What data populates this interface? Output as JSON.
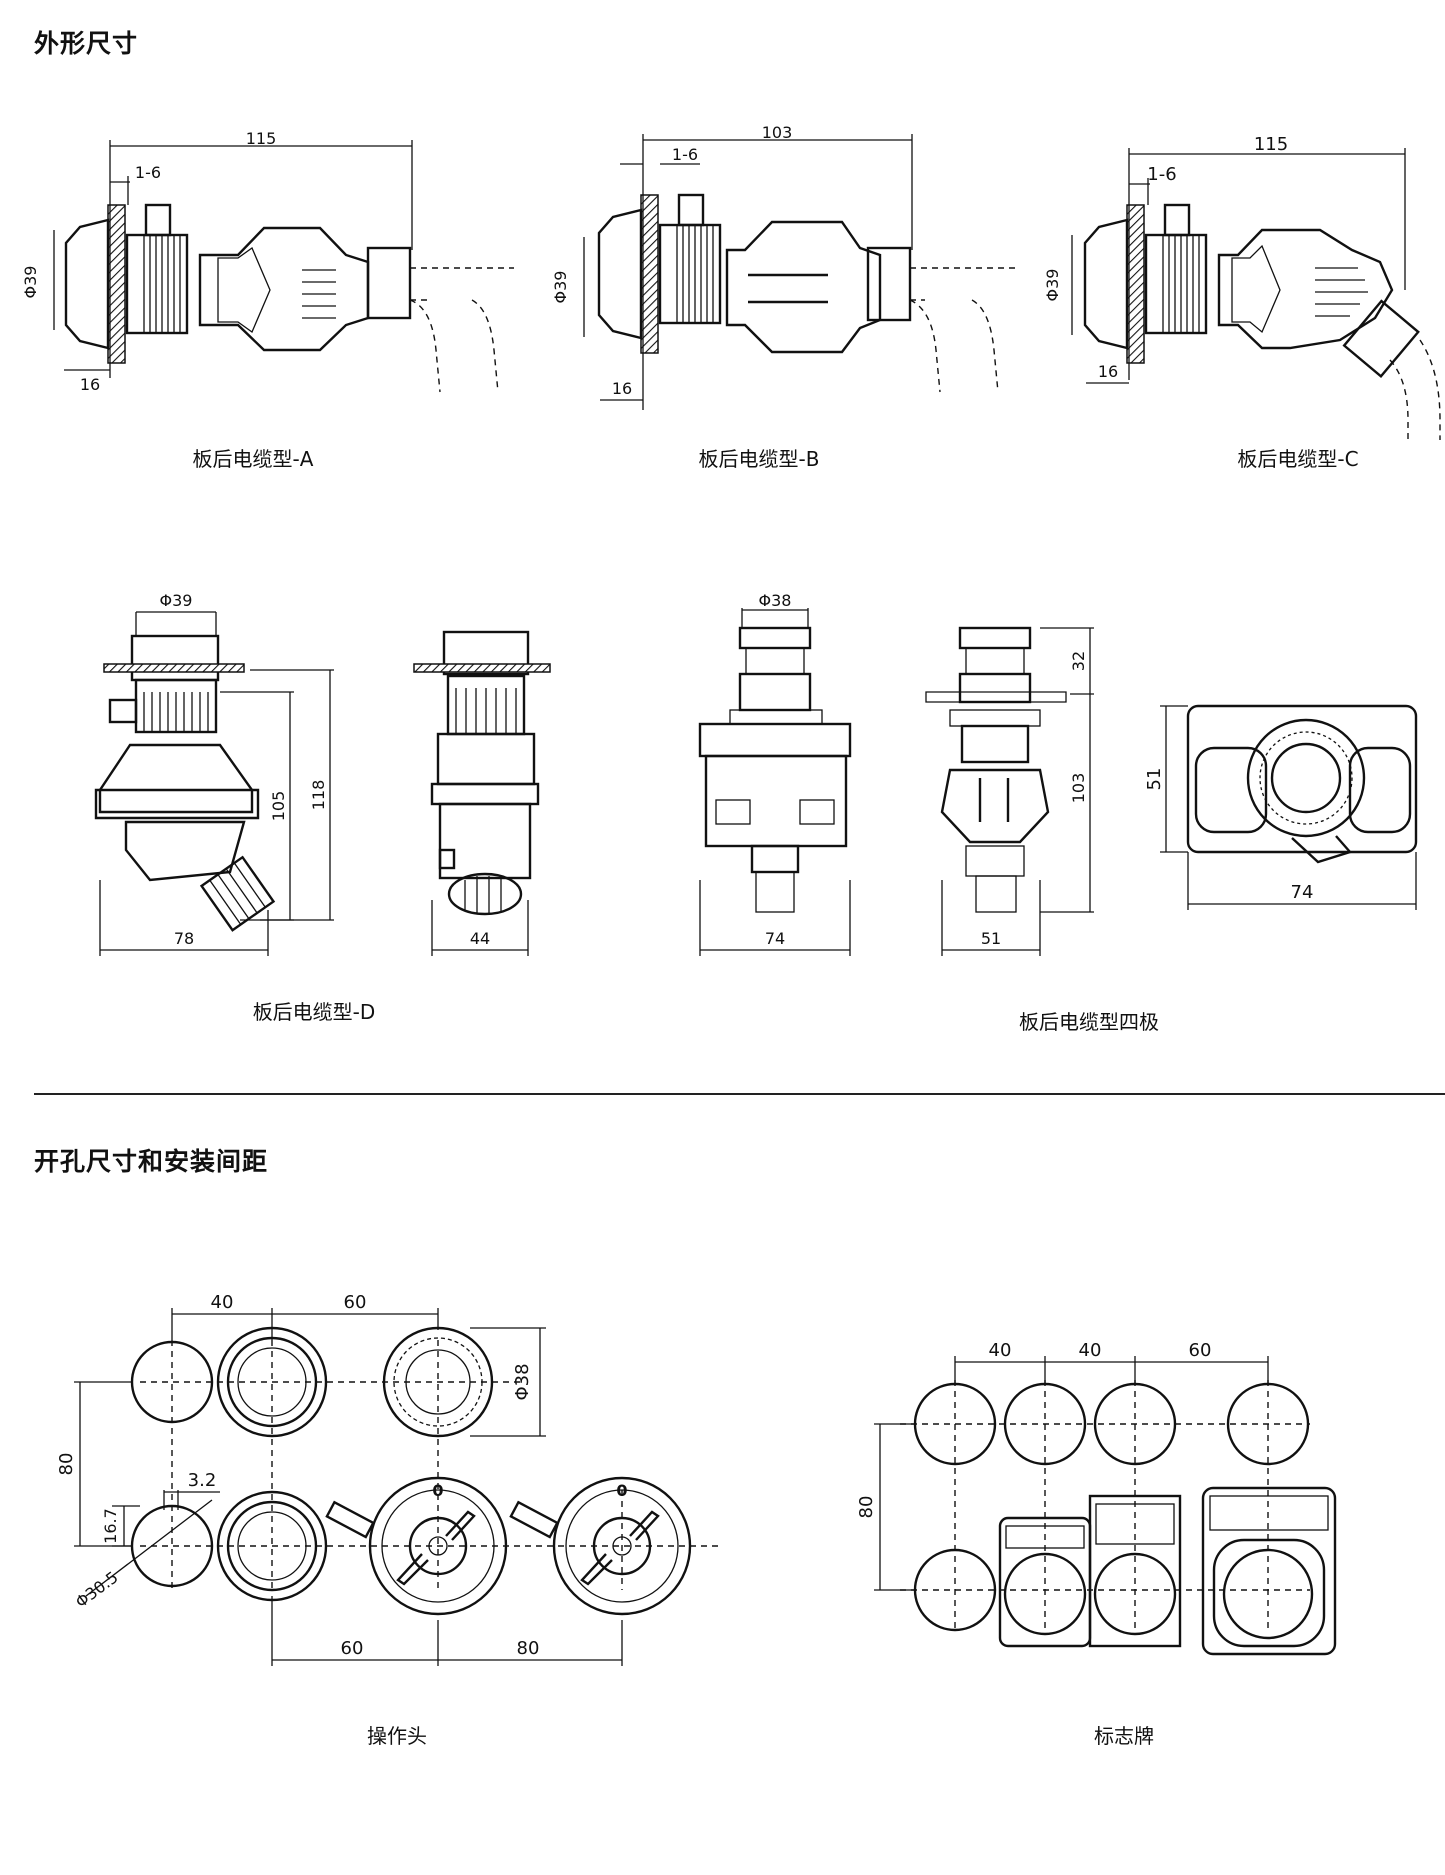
{
  "sections": {
    "outline": {
      "title": "外形尺寸"
    },
    "mounting": {
      "title": "开孔尺寸和安装间距"
    }
  },
  "captions": {
    "type_a": "板后电缆型-A",
    "type_b": "板后电缆型-B",
    "type_c": "板后电缆型-C",
    "type_d": "板后电缆型-D",
    "four_pole": "板后电缆型四极",
    "operator_head": "操作头",
    "label_plate": "标志牌"
  },
  "dimensions": {
    "a": {
      "length": "115",
      "thick": "1-6",
      "dia": "Φ39",
      "depth": "16"
    },
    "b": {
      "length": "103",
      "thick": "1-6",
      "dia": "Φ39",
      "depth": "16"
    },
    "c": {
      "length": "115",
      "thick": "1-6",
      "dia": "Φ39",
      "depth": "16"
    },
    "d": {
      "dia": "Φ39",
      "h1": "105",
      "h2": "118",
      "w1": "78",
      "w2": "44"
    },
    "four_pole": {
      "dia": "Φ38",
      "h1": "32",
      "h2": "103",
      "w1": "74",
      "w2": "51",
      "h3": "51",
      "w3": "74"
    },
    "operator": {
      "s1": "40",
      "s2": "60",
      "dia": "Φ38",
      "v": "80",
      "gap": "3.2",
      "key": "16.7",
      "hole": "Φ30.5",
      "b1": "60",
      "b2": "80",
      "pos0": "0"
    },
    "plate": {
      "s1": "40",
      "s2": "40",
      "s3": "60",
      "v": "80"
    }
  }
}
